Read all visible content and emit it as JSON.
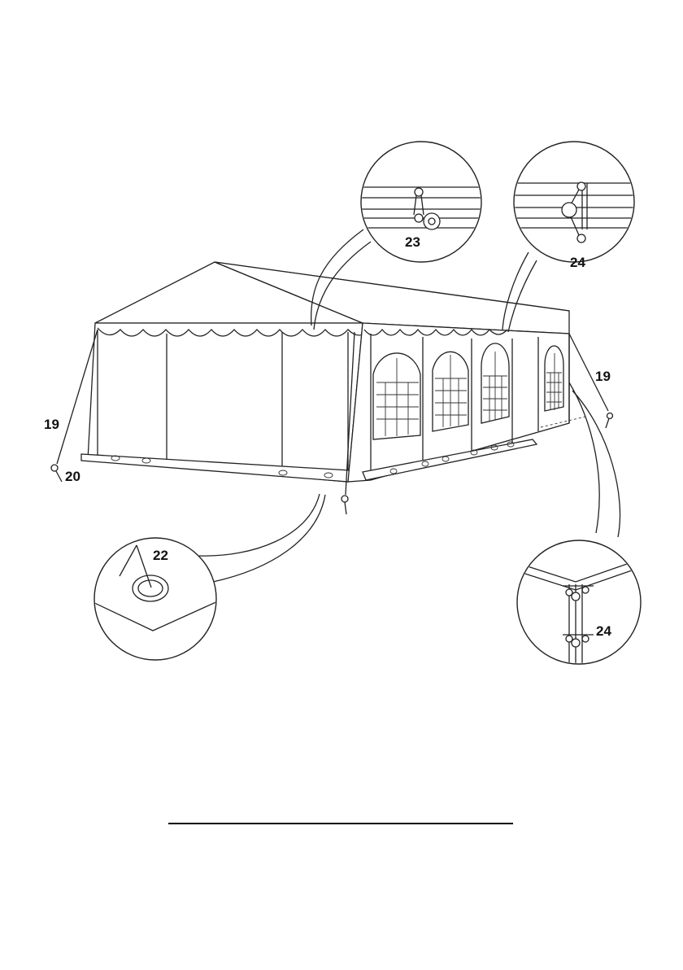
{
  "figure": {
    "callouts": {
      "stake_top_left_label": "19",
      "peg_left_label": "20",
      "stake_right_label": "19",
      "ground_ring_label": "22",
      "roof_clip_label": "23",
      "wall_clip_label": "24",
      "corner_clip_label": "24"
    }
  },
  "colors": {
    "line": "#222222",
    "background": "#ffffff"
  }
}
